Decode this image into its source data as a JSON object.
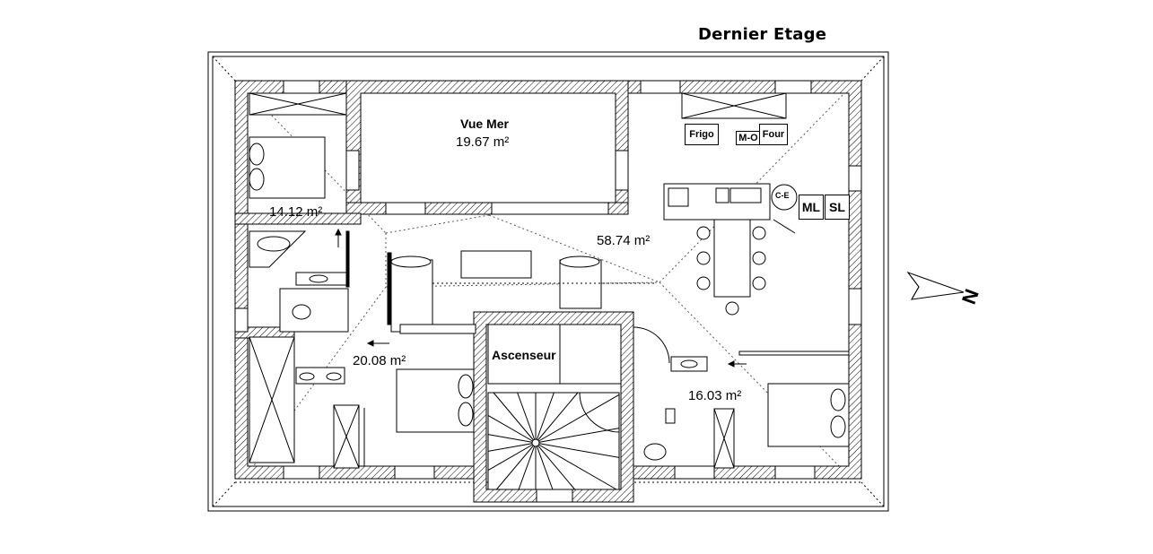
{
  "title": "Dernier Etage",
  "rooms": {
    "vue_mer_name": "Vue Mer",
    "vue_mer_area": "19.67 m²",
    "living_area": "58.74 m²",
    "bedroom1_area": "14.12 m²",
    "bedroom2_area": "20.08 m²",
    "bedroom3_area": "16.03 m²",
    "elevator": "Ascenseur"
  },
  "appliances": {
    "fridge": "Frigo",
    "microwave": "M-O",
    "oven": "Four",
    "water_heater": "C-E",
    "washing_machine": "ML",
    "dishwasher": "SL"
  },
  "compass": {
    "north": "N"
  },
  "colors": {
    "wall_hatch": "#000000",
    "background": "#ffffff"
  }
}
